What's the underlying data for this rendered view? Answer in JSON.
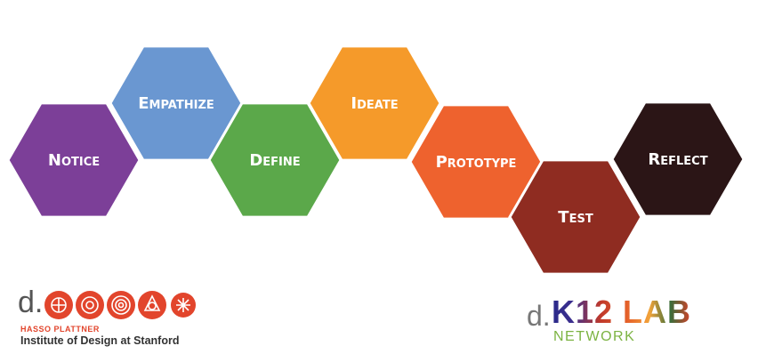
{
  "diagram": {
    "stages": [
      {
        "label": "Notice",
        "color": "#7c3f98"
      },
      {
        "label": "Empathize",
        "color": "#6a97d1"
      },
      {
        "label": "Define",
        "color": "#5ba84a"
      },
      {
        "label": "Ideate",
        "color": "#f59a2a"
      },
      {
        "label": "Prototype",
        "color": "#ee622e"
      },
      {
        "label": "Test",
        "color": "#8f2c21"
      },
      {
        "label": "Reflect",
        "color": "#2b1516"
      }
    ]
  },
  "logos": {
    "dschool": {
      "d_mark": "d.",
      "line1": "HASSO PLATTNER",
      "line2": "Institute of Design at Stanford",
      "accent": "#e2452c"
    },
    "k12": {
      "d_mark": "d.",
      "name": "K12 LAB",
      "network": "NETWORK",
      "network_color": "#7cb342"
    }
  }
}
